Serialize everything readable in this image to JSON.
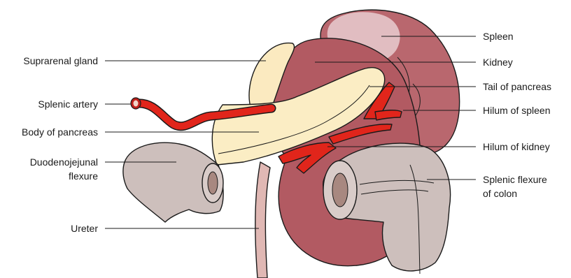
{
  "labels": {
    "spleen": "Spleen",
    "kidney": "Kidney",
    "tail_of_pancreas": "Tail of pancreas",
    "hilum_of_spleen": "Hilum of spleen",
    "hilum_of_kidney": "Hilum of kidney",
    "splenic_flexure_line1": "Splenic flexure",
    "splenic_flexure_line2": "of colon",
    "suprarenal_gland": "Suprarenal gland",
    "splenic_artery": "Splenic artery",
    "body_of_pancreas": "Body of pancreas",
    "duodenojejunal_line1": "Duodenojejunal",
    "duodenojejunal_line2": "flexure",
    "ureter": "Ureter"
  },
  "colors": {
    "spleen": "#b9676e",
    "spleen_highlight": "#e8cdd0",
    "kidney": "#b25a62",
    "suprarenal_gland": "#fbeac0",
    "pancreas": "#fbedc4",
    "artery": "#e1251b",
    "bowel": "#cdbfbc",
    "lumen": "#a88880",
    "ureter": "#e0b8b4"
  }
}
